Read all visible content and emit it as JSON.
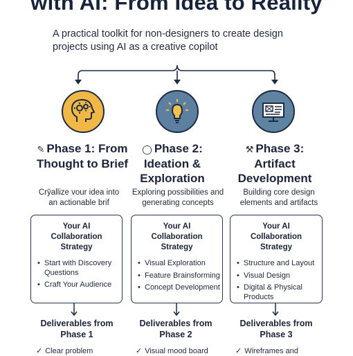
{
  "header": {
    "title": "with AI: From Idea to Reality",
    "subtitle": "A practical toolkit for non-designers to create design projects using AI as a creative copilot"
  },
  "colors": {
    "phase1": "#f2b845",
    "phase2": "#5e80a0",
    "phase3": "#5f84a2",
    "ink": "#1d2a44"
  },
  "phases": [
    {
      "icon": "head-gears-icon",
      "title_icon": "pencil-icon",
      "title": "Phase 1: From Thought to Brief",
      "description": "Cry̆allize vour idea into an actionable brif",
      "box_title": "Your AI Collaboration Strategy",
      "items": [
        "Start with Discovery Questions",
        "Craft  Your Audience"
      ],
      "deliverables_title": "Deliverables from Phase 1",
      "deliverables": [
        "Clear problem"
      ]
    },
    {
      "icon": "lightbulb-icon",
      "title_icon": "shield-icon",
      "title": "Phase 2: Ideation & Exploration",
      "description": "Exploring possibilities and generating concepts",
      "box_title": "Your AI Collaboration Strategy",
      "items": [
        "Visual Exploration",
        "Feature Brainsforming",
        "Concept Development"
      ],
      "deliverables_title": "Deliverables from Phase 2",
      "deliverables": [
        "Visual mood board"
      ]
    },
    {
      "icon": "monitor-icon",
      "title_icon": "tools-icon",
      "title": "Phase 3: Artifact Development",
      "description": "Building core design elements and artifacts",
      "box_title": "Your AI Collaboration Strategy",
      "items": [
        "Structure and Layout",
        "Visual Design",
        "Digital & Physical Products"
      ],
      "deliverables_title": "Deliverables from Phase 3",
      "deliverables": [
        "Wireframes and"
      ]
    }
  ]
}
